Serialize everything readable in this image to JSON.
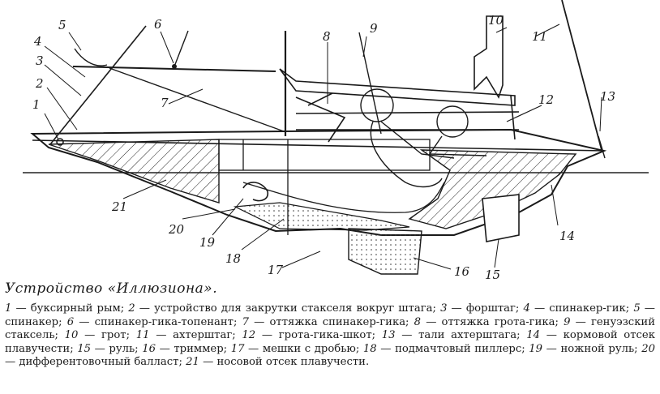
{
  "figure": {
    "callouts": [
      "1",
      "2",
      "3",
      "4",
      "5",
      "6",
      "7",
      "8",
      "9",
      "10",
      "11",
      "12",
      "13",
      "14",
      "15",
      "16",
      "17",
      "18",
      "19",
      "20",
      "21"
    ]
  },
  "caption": "Устройство «Иллюзиона».",
  "legend": [
    {
      "num": "1",
      "text": "буксирный рым;"
    },
    {
      "num": "2",
      "text": "устройство для закрутки стакселя вокруг штага;"
    },
    {
      "num": "3",
      "text": "форштаг;"
    },
    {
      "num": "4",
      "text": "спинакер-гик;"
    },
    {
      "num": "5",
      "text": "спинакер;"
    },
    {
      "num": "6",
      "text": "спинакер-гика-топенант;"
    },
    {
      "num": "7",
      "text": "оттяжка спинакер-гика;"
    },
    {
      "num": "8",
      "text": "оттяжка грота-гика;"
    },
    {
      "num": "9",
      "text": "генуэзский стаксель;"
    },
    {
      "num": "10",
      "text": "грот;"
    },
    {
      "num": "11",
      "text": "ахтерштаг;"
    },
    {
      "num": "12",
      "text": "грота-гика-шкот;"
    },
    {
      "num": "13",
      "text": "тали ахтерштага;"
    },
    {
      "num": "14",
      "text": "кормовой отсек плавучести;"
    },
    {
      "num": "15",
      "text": "руль;"
    },
    {
      "num": "16",
      "text": "триммер;"
    },
    {
      "num": "17",
      "text": "мешки с дробью;"
    },
    {
      "num": "18",
      "text": "подмачтовый пиллерс;"
    },
    {
      "num": "19",
      "text": "ножной руль;"
    },
    {
      "num": "20",
      "text": "дифферентовочный балласт;"
    },
    {
      "num": "21",
      "text": "носовой отсек плавучести."
    }
  ]
}
